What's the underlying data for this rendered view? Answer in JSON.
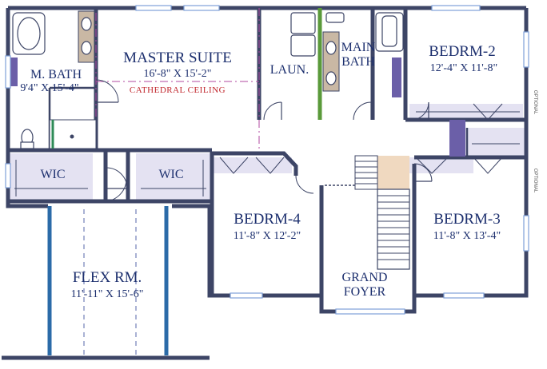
{
  "rooms": {
    "master_suite": {
      "name": "MASTER SUITE",
      "dims": "16'-8\" X 15'-2\"",
      "note": "CATHEDRAL CEILING"
    },
    "m_bath": {
      "name": "M. BATH",
      "dims": "9'4\" X 15'-4\""
    },
    "laundry": {
      "name": "LAUN."
    },
    "main_bath": {
      "name_line1": "MAIN",
      "name_line2": "BATH"
    },
    "bedrm2": {
      "name": "BEDRM-2",
      "dims": "12'-4\" X 11'-8\""
    },
    "wic1": {
      "name": "WIC"
    },
    "wic2": {
      "name": "WIC"
    },
    "bedrm4": {
      "name": "BEDRM-4",
      "dims": "11'-8\" X 12'-2\""
    },
    "bedrm3": {
      "name": "BEDRM-3",
      "dims": "11'-8\" X 13'-4\""
    },
    "flex": {
      "name": "FLEX RM.",
      "dims": "11'-11\" X 15'-6\""
    },
    "foyer": {
      "name_line1": "GRAND",
      "name_line2": "FOYER"
    }
  },
  "notes": {
    "optional_1": "OPTIONAL",
    "optional_2": "OPTIONAL"
  },
  "colors": {
    "wall": "#3d4566",
    "label": "#1c2f6e",
    "note": "#c0262c",
    "closet_fill": "#e4e2f2",
    "window_accent": "#7fa0d8",
    "flex_wall": "#2b6ba8",
    "stair_landing": "#f0d9c0",
    "vanity": "#c9b8a4",
    "laundry_wall": "#5a9a3a",
    "accent_purple": "#6b5fa8"
  }
}
